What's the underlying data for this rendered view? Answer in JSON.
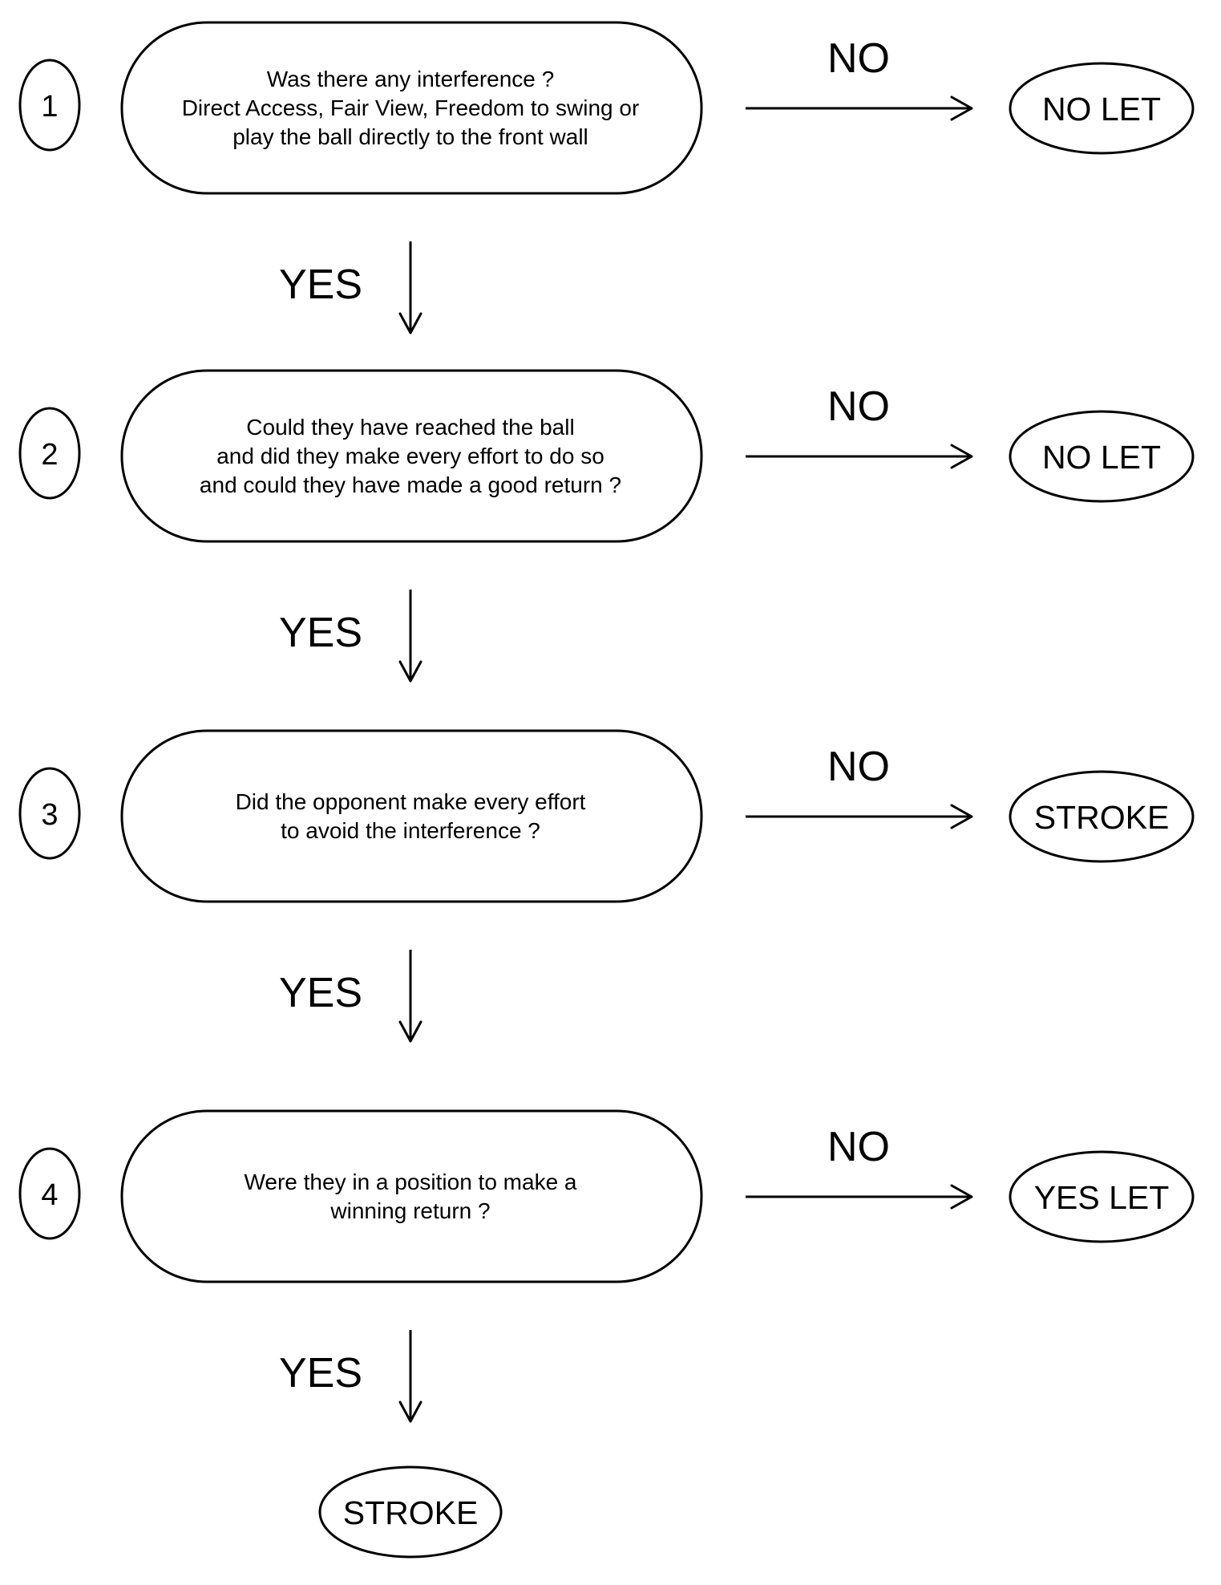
{
  "steps": [
    {
      "number": "1",
      "question_lines": [
        "Was there any interference ?",
        "Direct Access, Fair View, Freedom to swing or",
        "play the ball directly to the front wall"
      ],
      "no_label": "NO",
      "no_outcome": "NO LET",
      "yes_label": "YES"
    },
    {
      "number": "2",
      "question_lines": [
        "Could they have reached the ball",
        "and did they make every effort to do so",
        "and could they have made a good return ?"
      ],
      "no_label": "NO",
      "no_outcome": "NO LET",
      "yes_label": "YES"
    },
    {
      "number": "3",
      "question_lines": [
        "Did the opponent make every effort",
        "to avoid the interference ?"
      ],
      "no_label": "NO",
      "no_outcome": "STROKE",
      "yes_label": "YES"
    },
    {
      "number": "4",
      "question_lines": [
        "Were they in a position to make a",
        "winning return ?"
      ],
      "no_label": "NO",
      "no_outcome": "YES LET",
      "yes_label": "YES"
    }
  ],
  "final_outcome": "STROKE"
}
